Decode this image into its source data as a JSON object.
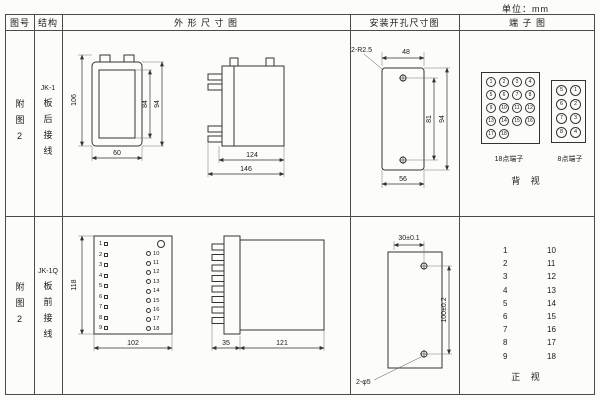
{
  "unit_label": "单位：mm",
  "header": {
    "fig_no": "图号",
    "structure": "结构",
    "outline": "外 形 尺 寸 图",
    "install": "安装开孔尺寸图",
    "terminal": "端 子 图"
  },
  "row1": {
    "fig_no": "附图2",
    "model": "JK-1",
    "wiring": "板后接线",
    "outline_dims": {
      "total_height": "106",
      "inner_height": "84",
      "case_height": "94",
      "front_width": "60",
      "depth": "124",
      "total_depth": "146"
    },
    "install_dims": {
      "corner_radius_note": "2-R2.5",
      "top_width": "48",
      "hole_spacing": "81",
      "cutout_height": "94",
      "bottom_width": "56"
    },
    "terminal": {
      "block18_label": "18点端子",
      "block8_label": "8点端子",
      "view_label": "背 视",
      "block18_points": [
        "1",
        "2",
        "3",
        "4",
        "5",
        "6",
        "7",
        "8",
        "9",
        "10",
        "11",
        "12",
        "13",
        "14",
        "15",
        "16",
        "17",
        "18"
      ],
      "block8_points": [
        "5",
        "1",
        "6",
        "2",
        "7",
        "3",
        "8",
        "4"
      ]
    }
  },
  "row2": {
    "fig_no": "附图2",
    "model": "JK-1Q",
    "wiring": "板前接线",
    "outline_dims": {
      "height": "118",
      "width": "102",
      "terminal_depth": "35",
      "body_depth": "121"
    },
    "left_terminals": [
      "1",
      "2",
      "3",
      "4",
      "5",
      "6",
      "7",
      "8",
      "9"
    ],
    "right_terminals": [
      "10",
      "11",
      "12",
      "13",
      "14",
      "15",
      "16",
      "17",
      "18"
    ],
    "install_dims": {
      "hole_offset": "30±0.1",
      "hole_spacing": "100±0.2",
      "hole_note": "2-φ5"
    },
    "terminal": {
      "view_label": "正 视",
      "pairs": [
        [
          "1",
          "10"
        ],
        [
          "2",
          "11"
        ],
        [
          "3",
          "12"
        ],
        [
          "4",
          "13"
        ],
        [
          "5",
          "14"
        ],
        [
          "6",
          "15"
        ],
        [
          "7",
          "16"
        ],
        [
          "8",
          "17"
        ],
        [
          "9",
          "18"
        ]
      ]
    }
  }
}
